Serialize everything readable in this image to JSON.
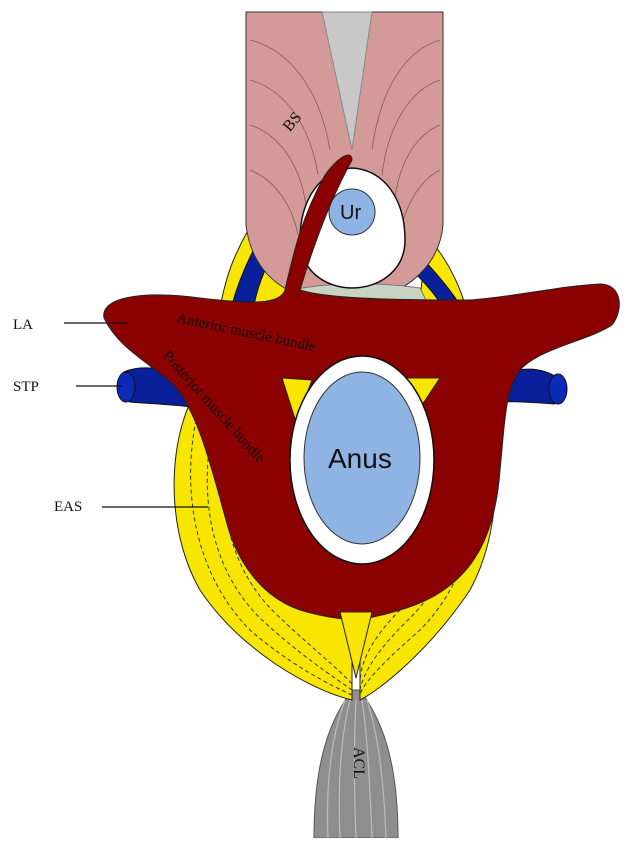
{
  "labels": {
    "la": "LA",
    "stp": "STP",
    "eas": "EAS",
    "bs": "BS",
    "ur": "Ur",
    "anus": "Anus",
    "acl": "ACL",
    "anterior_bundle": "Anterior muscle bundle",
    "posterior_bundle": "Posterior muscle bundle"
  },
  "colors": {
    "levator_ani": "#8b0000",
    "bulbospongiosus": "#d49a98",
    "fat": "#f8e600",
    "vessel": "#0a1f9a",
    "ligament": "#8f8f8f",
    "lumen": "#8fb4e3",
    "membrane": "#c9d3c2"
  }
}
